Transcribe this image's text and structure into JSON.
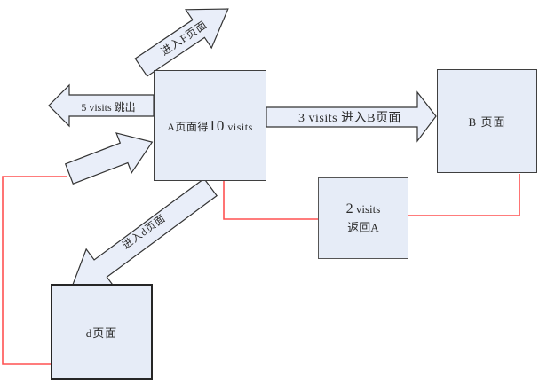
{
  "diagram": {
    "description": "page-visit flow diagram",
    "colors": {
      "box_fill": "#e6ecf7",
      "arrow_fill": "#e9eef9",
      "box_border": "#3f3f3f",
      "red_connector": "#ff5151",
      "background": "#ffffff"
    },
    "nodes": {
      "page_a": {
        "label_prefix": "A页面得",
        "label_number": "10",
        "label_suffix": " visits"
      },
      "page_b": {
        "label": "B 页面"
      },
      "return_a": {
        "line1_number": "2",
        "line1_suffix": " visits",
        "line2": "返回A"
      },
      "page_d": {
        "label": "d页面"
      }
    },
    "arrows": {
      "enter_f": {
        "label": "进入F页面"
      },
      "bounce": {
        "label": "5 visits 跳出"
      },
      "enter_b": {
        "label": "3 visits 进入B页面"
      },
      "enter_d": {
        "label": "进入d页面"
      },
      "incoming": {
        "label": ""
      }
    }
  }
}
